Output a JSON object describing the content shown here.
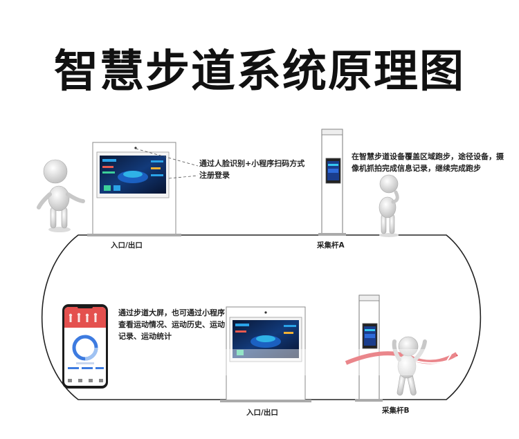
{
  "title": "智慧步道系统原理图",
  "annotations": {
    "entrance_screen": "通过人脸识别+小程序扫码方式注册登录",
    "pole_a": "在智慧步道设备覆盖区域跑步，途径设备，摄像机抓拍完成信息记录，继续完成跑步",
    "phone_app": "通过步道大屏，也可通过小程序查看运动情况、运动历史、运动记录、运动统计"
  },
  "labels": {
    "entrance_top": "入口/出口",
    "pole_a": "采集杆A",
    "entrance_bottom": "入口/出口",
    "pole_b": "采集杆B"
  },
  "colors": {
    "track": "#222222",
    "screen_bg": "#0b1a3a",
    "screen_accent": "#1e6bd6",
    "phone_header": "#e4504e",
    "phone_ring": "#3d7be0",
    "ribbon": "#d9232d"
  }
}
